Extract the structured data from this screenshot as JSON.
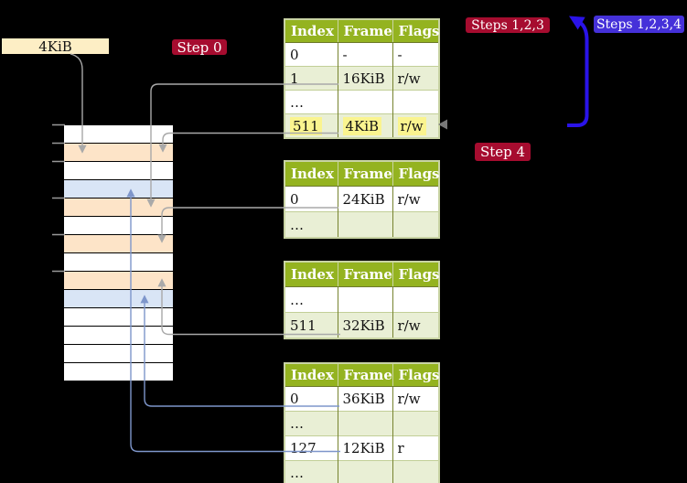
{
  "frame_label": {
    "text": "4KiB"
  },
  "step_labels": {
    "step0": "Step 0",
    "steps123": "Steps 1,2,3",
    "steps1234": "Steps 1,2,3,4",
    "step4": "Step 4"
  },
  "memory": {
    "rows": [
      "white",
      "peach",
      "white",
      "blue",
      "peach",
      "white",
      "peach",
      "white",
      "peach",
      "blue",
      "white",
      "white",
      "white",
      "white"
    ]
  },
  "tables": [
    {
      "headers": [
        "Index",
        "Frame",
        "Flags"
      ],
      "rows": [
        {
          "cells": [
            "0",
            "-",
            "-"
          ],
          "shaded": false,
          "highlight": false
        },
        {
          "cells": [
            "1",
            "16KiB",
            "r/w"
          ],
          "shaded": true,
          "highlight": false
        },
        {
          "cells": [
            "…",
            "",
            ""
          ],
          "shaded": false,
          "highlight": false
        },
        {
          "cells": [
            "511",
            "4KiB",
            "r/w"
          ],
          "shaded": true,
          "highlight": true
        }
      ]
    },
    {
      "headers": [
        "Index",
        "Frame",
        "Flags"
      ],
      "rows": [
        {
          "cells": [
            "0",
            "24KiB",
            "r/w"
          ],
          "shaded": false,
          "highlight": false
        },
        {
          "cells": [
            "…",
            "",
            ""
          ],
          "shaded": true,
          "highlight": false
        }
      ]
    },
    {
      "headers": [
        "Index",
        "Frame",
        "Flags"
      ],
      "rows": [
        {
          "cells": [
            "…",
            "",
            ""
          ],
          "shaded": false,
          "highlight": false
        },
        {
          "cells": [
            "511",
            "32KiB",
            "r/w"
          ],
          "shaded": true,
          "highlight": false
        }
      ]
    },
    {
      "headers": [
        "Index",
        "Frame",
        "Flags"
      ],
      "rows": [
        {
          "cells": [
            "0",
            "36KiB",
            "r/w"
          ],
          "shaded": false,
          "highlight": false
        },
        {
          "cells": [
            "…",
            "",
            ""
          ],
          "shaded": true,
          "highlight": false
        },
        {
          "cells": [
            "127",
            "12KiB",
            "r"
          ],
          "shaded": false,
          "highlight": false
        },
        {
          "cells": [
            "…",
            "",
            ""
          ],
          "shaded": true,
          "highlight": false
        }
      ]
    }
  ],
  "colors": {
    "background": "#000000",
    "table_header_bg": "#94b320",
    "table_row_alt_bg": "#e9efd5",
    "table_border": "#c9d4a4",
    "highlight_yellow": "#faf48f",
    "frame_box_bg": "#fdeec5",
    "memory_peach": "#fde4c8",
    "memory_blue": "#d9e5f6",
    "step_label_red": "#a60c2f",
    "step_label_blue": "#4531d9",
    "arrow_gray": "#a9a9a9",
    "arrow_blue_thin": "#7e96cb",
    "arrow_blue_thick": "#2a13e8"
  }
}
